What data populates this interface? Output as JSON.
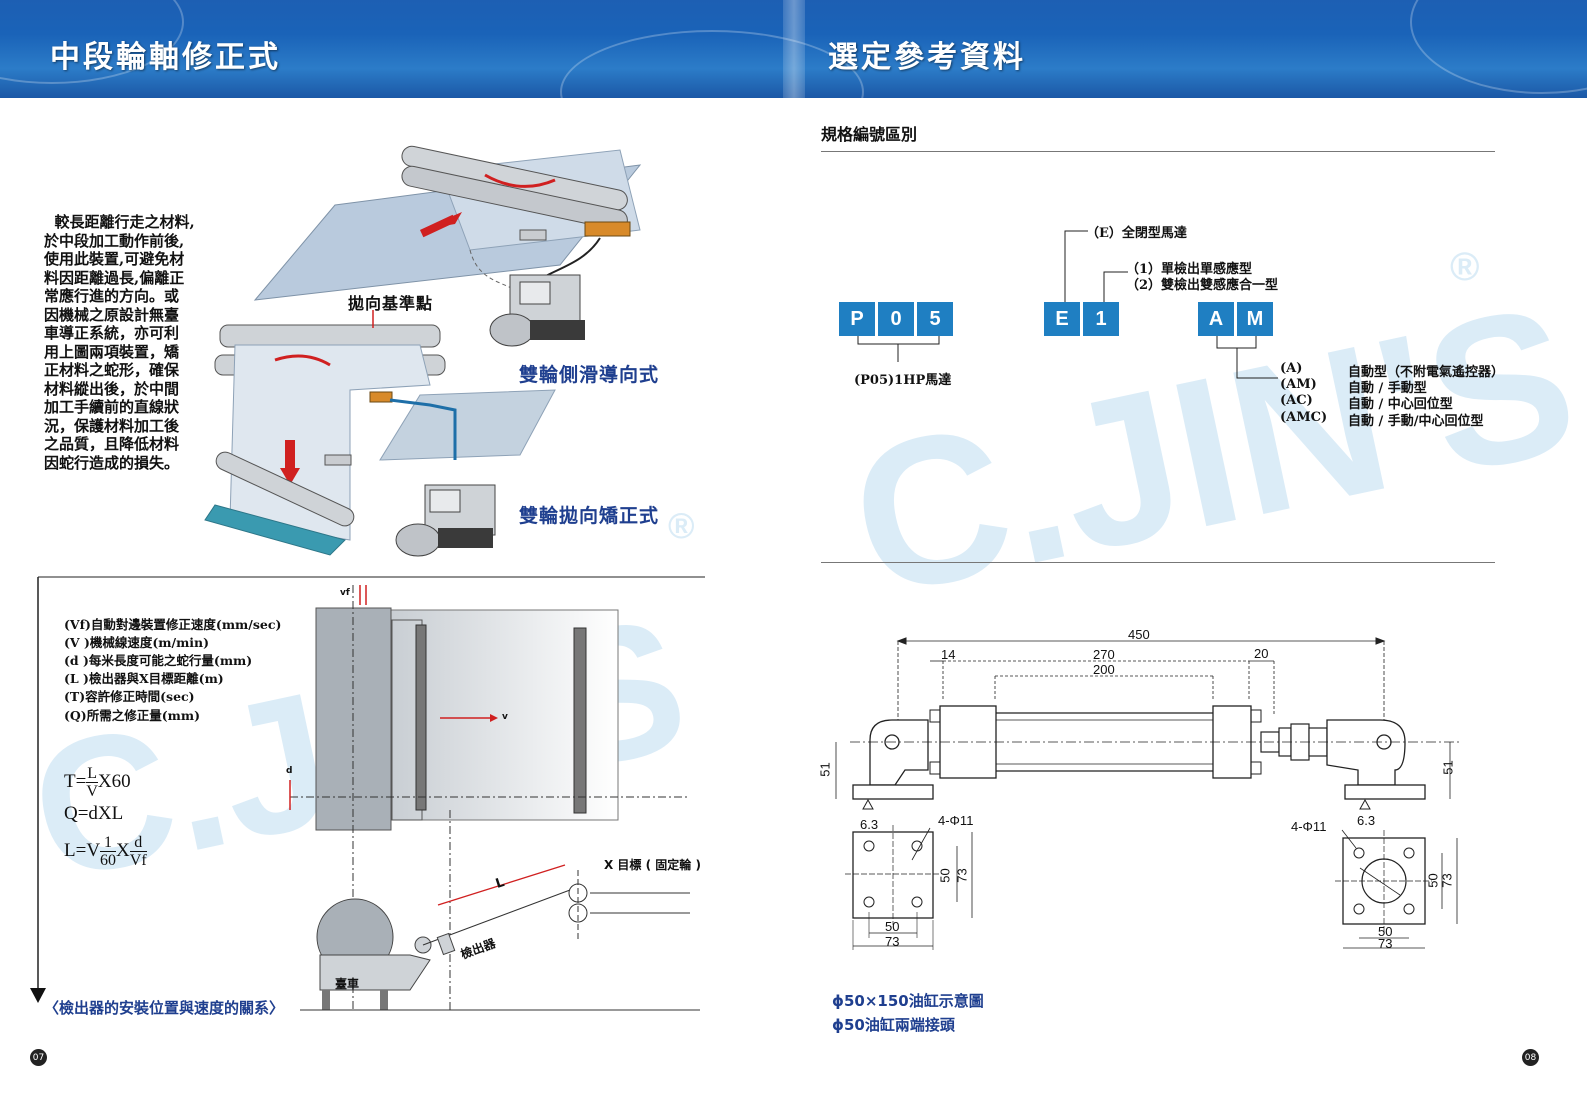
{
  "header": {
    "left_title": "中段輪軸修正式",
    "right_title": "選定參考資料"
  },
  "watermark": {
    "text": "C.JIN'S",
    "mark": "®"
  },
  "left_page": {
    "body_text_lines": [
      "  較長距離行走之材料,",
      "於中段加工動作前後,",
      "使用此裝置,可避免材",
      "料因距離過長,偏離正",
      "常應行進的方向。或",
      "因機械之原設計無臺",
      "車導正系統，亦可利",
      "用上圖兩項裝置，矯",
      "正材料之蛇形，確保",
      "材料縱出後，於中間",
      "加工手續前的直線狀",
      "況，保護材料加工後",
      "之品質，且降低材料",
      "因蛇行造成的損失。"
    ],
    "reference_point_label": "拋向基準點",
    "type1_label": "雙輪側滑導向式",
    "type2_label": "雙輪拋向矯正式",
    "legend": [
      "(Vf)自動對邊裝置修正速度(mm/sec)",
      "(V )機械線速度(m/min)",
      "(d )每米長度可能之蛇行量(mm)",
      "(L )檢出器與X目標距離(m)",
      "(T)容許修正時間(sec)",
      "(Q)所需之修正量(mm)"
    ],
    "formula_T": {
      "lhs": "T=",
      "num": "L",
      "den": "V",
      "rhs": "X60"
    },
    "formula_Q": "Q=dXL",
    "formula_L": {
      "lhs": "L=V",
      "num1": "1",
      "den1": "60",
      "mid": "X",
      "num2": "d",
      "den2": "Vf"
    },
    "diagram_labels": {
      "vf": "vf",
      "v": "v",
      "d": "d",
      "L": "L",
      "target": "X 目標 ( 固定輪 )",
      "sensor": "檢出器",
      "carriage": "臺車"
    },
    "caption": "〈檢出器的安裝位置與速度的關系〉",
    "page_number": "07"
  },
  "right_page": {
    "section_title": "規格編號區別",
    "code_group_1": [
      "P",
      "0",
      "5"
    ],
    "code_group_2": [
      "E",
      "1"
    ],
    "code_group_3": [
      "A",
      "M"
    ],
    "motor_note": "(P05)1HP馬達",
    "e_note": "（E）全閉型馬達",
    "sensor_options": [
      "（1）單檢出單感應型",
      "（2）雙檢出雙感應合一型"
    ],
    "mode_options": [
      {
        "code": "(A)",
        "desc": "自動型（不附電氣遙控器）"
      },
      {
        "code": "(AM)",
        "desc": "自動 / 手動型"
      },
      {
        "code": "(AC)",
        "desc": "自動 / 中心回位型"
      },
      {
        "code": "(AMC)",
        "desc": "自動 / 手動/中心回位型"
      }
    ],
    "dimensions": {
      "d450": "450",
      "d270": "270",
      "d200": "200",
      "d14": "14",
      "d20": "20",
      "d51_left": "51",
      "d51_right": "51",
      "d63_left": "6.3",
      "d63_right": "6.3",
      "hole_left": "4-Φ11",
      "hole_right": "4-Φ11",
      "d50_lh": "50",
      "d73_lh": "73",
      "d50_lv": "50",
      "d73_lv": "73",
      "d50_rh": "50",
      "d73_rh": "73",
      "d50_rv": "50",
      "d73_rv": "73"
    },
    "caption_1": "ϕ50×150油缸示意圖",
    "caption_2": "ϕ50油缸兩端接頭",
    "page_number": "08"
  }
}
